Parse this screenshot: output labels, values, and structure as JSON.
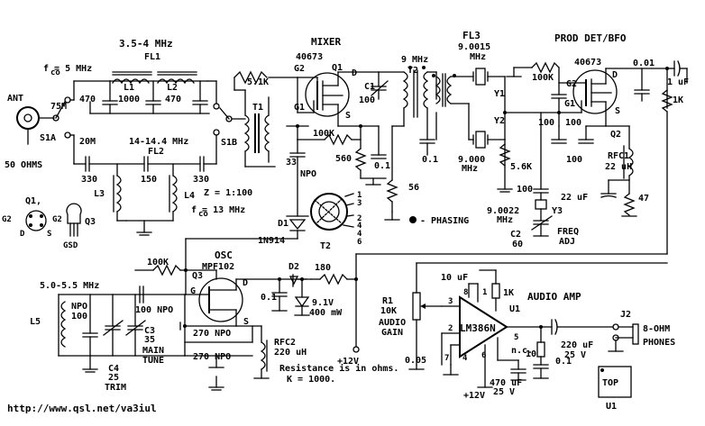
{
  "labels": {
    "ant": "ANT",
    "s1a": "S1A",
    "ohms50": "50 OHMS",
    "m75": "75M",
    "m20": "20M",
    "band_low": "3.5-4 MHz",
    "fco_low": "f   = 5 MHz",
    "co_sub": "co",
    "fl1": "FL1",
    "l1": "L1",
    "l2": "L2",
    "c470a": "470",
    "c1000": "1000",
    "c470b": "470",
    "band_high": "14-14.4 MHz",
    "fl2": "FL2",
    "c330a": "330",
    "c150": "150",
    "c330b": "330",
    "l3": "L3",
    "l4": "L4",
    "z_ratio": "Z = 1:100",
    "fco_high": "f   = 13 MHz",
    "s1b": "S1B",
    "t1": "T1",
    "r51k": "5.1K",
    "mixer": "MIXER",
    "mixer_part": "40673",
    "q1": "Q1",
    "g2": "G2",
    "g1": "G1",
    "d": "D",
    "s": "S",
    "r100k_mix": "100K",
    "r560": "560",
    "c01a": "0.1",
    "c33": "33",
    "npo": "NPO",
    "d1": "D1",
    "d1_part": "1N914",
    "t2_label": "T2",
    "t2_pins": [
      "1",
      "3",
      "2",
      "4",
      "4",
      "6"
    ],
    "c1": "C1",
    "c100_c1": "100",
    "mhz9": "9 MHz",
    "t2": "T2",
    "r56": "56",
    "c01b": "0.1",
    "fl3": "FL3",
    "fl3_freq": "9.0015",
    "mhz": "MHz",
    "y1": "Y1",
    "y2": "Y2",
    "y2_freq": "9.000",
    "mhz_b": "MHz",
    "phasing": "- PHASING",
    "r56k": "5.6K",
    "proddet": "PROD DET/BFO",
    "proddet_part": "40673",
    "c001": "0.01",
    "r100k_pd": "100K",
    "c1uf": "1 uF",
    "r1k": "1K",
    "c100_pd": "100",
    "c100_pd2": "100",
    "q2": "Q2",
    "c100_y3": "100",
    "c100_rfc": "100",
    "rfc1": "RFC1",
    "rfc1_val": "22 uH",
    "c22uf": "22 uF",
    "r47": "47",
    "y3_freq": "9.0022",
    "y3_mhz": "MHz",
    "y3": "Y3",
    "c2": "C2",
    "c60": "60",
    "freq_adj_1": "FREQ",
    "freq_adj_2": "ADJ",
    "q1_pinout": "Q1,",
    "q3_pinout": "Q3",
    "gsd": "GSD",
    "osc": "OSC",
    "osc_part": "MPF102",
    "q3": "Q3",
    "r100k_osc": "100K",
    "band_osc": "5.0-5.5 MHz",
    "l5": "L5",
    "npo100_1": "NPO",
    "npo100_2": "100",
    "c100npo": "100 NPO",
    "c3": "C3",
    "c35": "35",
    "main_tune_1": "MAIN",
    "main_tune_2": "TUNE",
    "c4": "C4",
    "c25": "25",
    "trim": "TRIM",
    "c270a": "270 NPO",
    "c270b": "270 NPO",
    "c01c": "0.1",
    "d2": "D2",
    "r180": "180",
    "zener_v": "9.1V",
    "zener_p": "400 mW",
    "rfc2": "RFC2",
    "rfc2_val": "220 uH",
    "g": "G",
    "plus12a": "+12V",
    "audio_amp": "AUDIO AMP",
    "r1": "R1",
    "r1_val": "10K",
    "audio_gain_1": "AUDIO",
    "audio_gain_2": "GAIN",
    "c10uf": "10 uF",
    "r1k_amp": "1K",
    "u1": "U1",
    "lm386": "LM386N",
    "c005": "0.05",
    "nc": "n.c.",
    "c220uf": "220 uF",
    "c25v": "25 V",
    "r10": "10",
    "c01d": "0.1",
    "j2": "J2",
    "phones_1": "8-OHM",
    "phones_2": "PHONES",
    "c470uf": "470 uF",
    "c25v_b": "25 V",
    "plus12b": "+12V",
    "top": "TOP",
    "u1b": "U1",
    "url": "http://www.qsl.net/va3iul",
    "note_1": "Resistance is in ohms.",
    "note_2": "K = 1000.",
    "pin_nums": [
      "8",
      "1",
      "3",
      "2",
      "4",
      "7",
      "5",
      "6"
    ]
  }
}
